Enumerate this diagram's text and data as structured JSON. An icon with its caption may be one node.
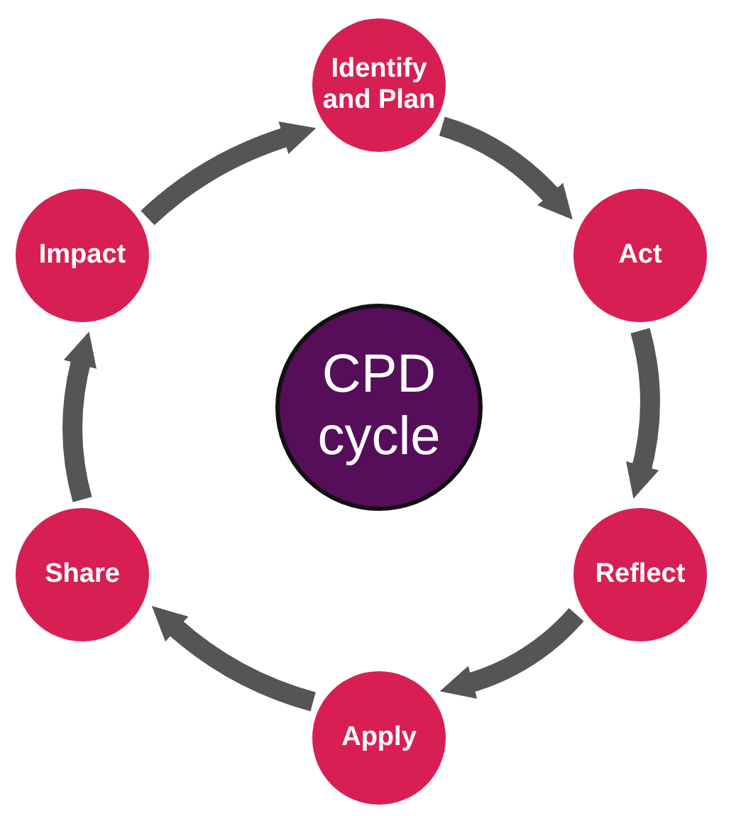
{
  "diagram": {
    "nodes": [
      {
        "text": [
          "Identify and Plan"
        ]
      },
      {
        "text": [
          "Act"
        ]
      },
      {
        "text": [
          "Reflect"
        ]
      },
      {
        "text": [
          "Apply"
        ]
      },
      {
        "text": [
          "Share"
        ]
      },
      {
        "text": [
          "Impact"
        ]
      },
      {
        "text": [
          "CPD cycle"
        ]
      }
    ],
    "edges": [
      {
        "from": 0,
        "to": 1,
        "arrow": "to"
      },
      {
        "from": 1,
        "to": 2,
        "arrow": "to"
      },
      {
        "from": 2,
        "to": 3,
        "arrow": "to"
      },
      {
        "from": 3,
        "to": 4,
        "arrow": "to"
      },
      {
        "from": 4,
        "to": 5,
        "arrow": "to"
      },
      {
        "from": 5,
        "to": 0,
        "arrow": "to"
      }
    ]
  }
}
